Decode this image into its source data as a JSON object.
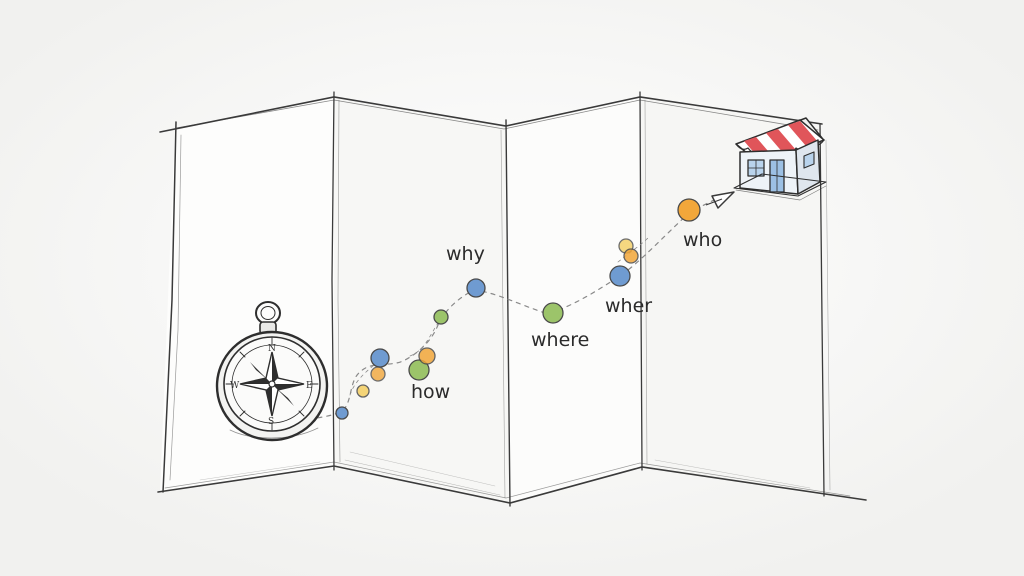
{
  "labels": {
    "why": "why",
    "how": "how",
    "where": "where",
    "wher": "wher",
    "who": "who"
  },
  "compass_letters": {
    "north": "N",
    "south": "S",
    "east": "E",
    "west": "W"
  },
  "colors": {
    "blue": "#6f9bd1",
    "green": "#9cc46a",
    "orange": "#f2a73a",
    "yellow": "#f4cf62",
    "pencil": "#3a3a3a",
    "awning_red": "#e0555a"
  },
  "icons": [
    "compass-icon",
    "shop-icon",
    "arrow-head-icon"
  ]
}
